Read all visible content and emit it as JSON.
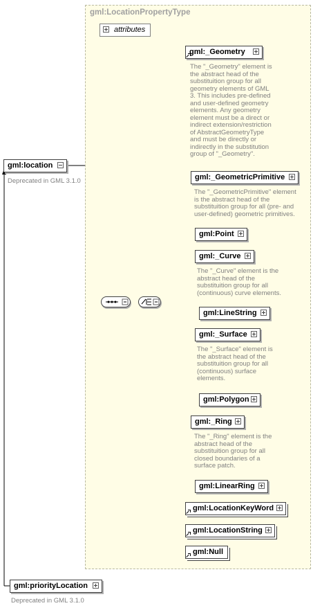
{
  "type_title": "gml:LocationPropertyType",
  "attributes_label": "attributes",
  "location": {
    "label": "gml:location",
    "deprecated": "Deprecated in GML 3.1.0"
  },
  "priority_location": {
    "label": "gml:priorityLocation",
    "deprecated": "Deprecated in GML 3.1.0"
  },
  "elements": {
    "geometry": {
      "label": "gml:_Geometry",
      "doc": "The \"_Geometry\" element is\nthe abstract head of the\nsubstituition group for all\ngeometry elements of GML\n3. This includes pre-defined\nand user-defined geometry\nelements. Any geometry\nelement must be a direct or\nindirect extension/restriction\nof AbstractGeometryType\nand must be directly or\nindirectly in the substitution\ngroup of \"_Geometry\"."
    },
    "geometric_primitive": {
      "label": "gml:_GeometricPrimitive",
      "doc": "The \"_GeometricPrimitive\" element\nis the abstract head of the\nsubstituition group for all (pre- and\nuser-defined) geometric primitives."
    },
    "point": {
      "label": "gml:Point"
    },
    "curve": {
      "label": "gml:_Curve",
      "doc": "The \"_Curve\" element is the\nabstract head of the\nsubstituition group for all\n(continuous) curve elements."
    },
    "line_string": {
      "label": "gml:LineString"
    },
    "surface": {
      "label": "gml:_Surface",
      "doc": "The \"_Surface\" element is\nthe abstract head of the\nsubstituition group for all\n(continuous) surface\nelements."
    },
    "polygon": {
      "label": "gml:Polygon"
    },
    "ring": {
      "label": "gml:_Ring",
      "doc": "The \"_Ring\" element is the\nabstract head of the\nsubstituition group for all\nclosed boundaries of a\nsurface patch."
    },
    "linear_ring": {
      "label": "gml:LinearRing"
    },
    "location_keyword": {
      "label": "gml:LocationKeyWord"
    },
    "location_string": {
      "label": "gml:LocationString"
    },
    "null": {
      "label": "gml:Null"
    }
  }
}
